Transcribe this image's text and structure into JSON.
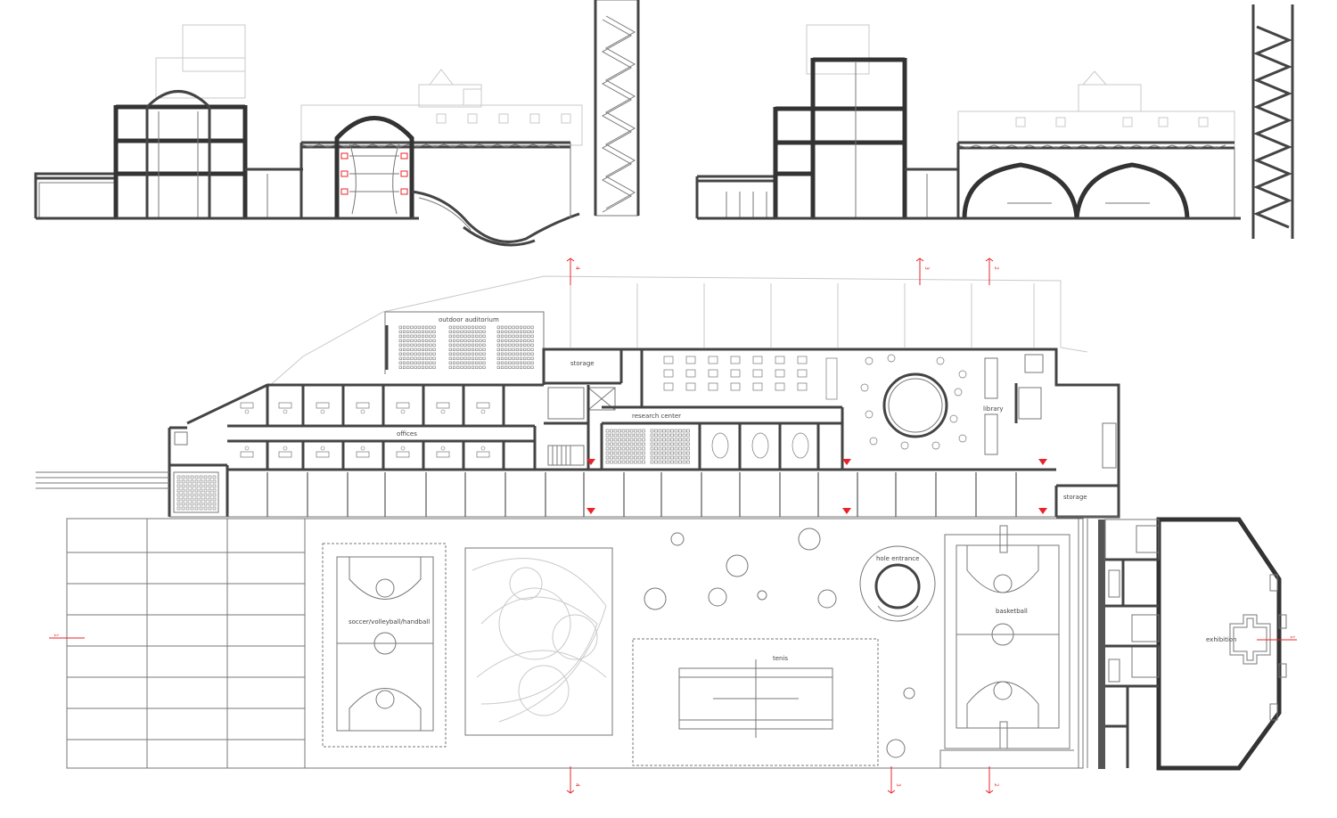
{
  "labels": {
    "outdoor_auditorium": "outdoor auditorium",
    "storage_top": "storage",
    "research_center": "research center",
    "library": "library",
    "offices": "offices",
    "storage_right": "storage",
    "hole_entrance": "hole entrance",
    "soccer": "soccer/volleyball/handball",
    "basketball": "basketball",
    "tenis": "tenis",
    "exhibition": "exhibition"
  },
  "section_marks": {
    "n4": "4",
    "n3": "3",
    "n2": "2",
    "n1": "1"
  },
  "colors": {
    "wall": "#444444",
    "faint": "#c9c9c9",
    "section_marker": "#e8242a"
  }
}
